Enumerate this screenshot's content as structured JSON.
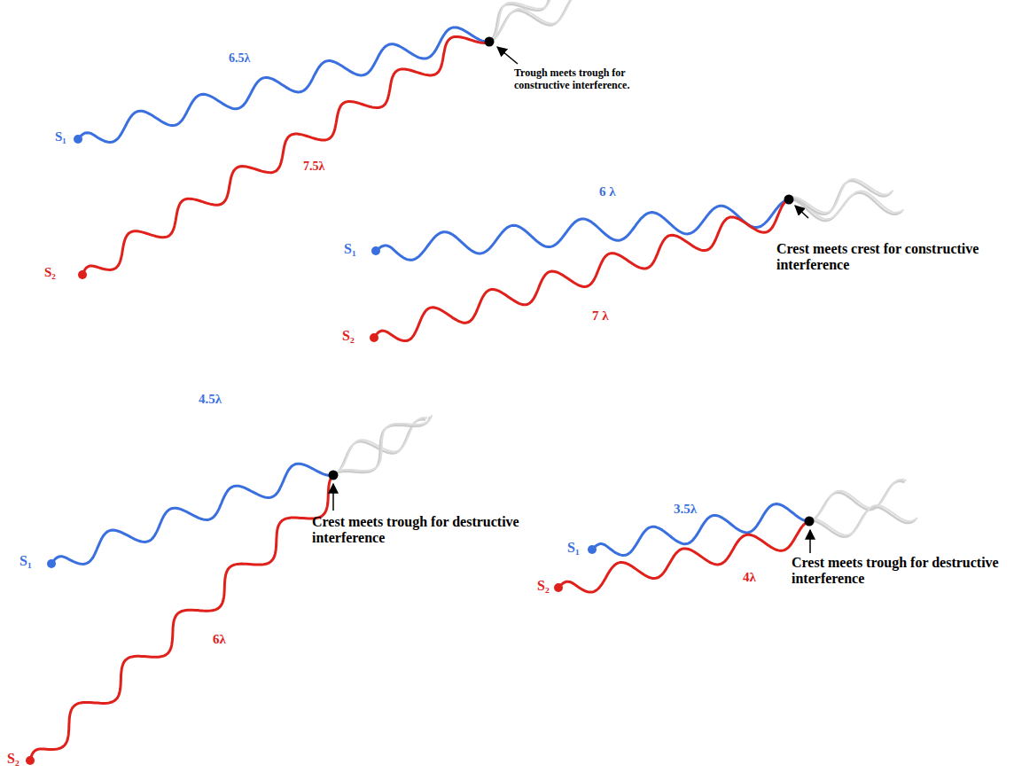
{
  "diagram": {
    "labels": [
      "6.5λ",
      "7.5λ",
      "S₁",
      "S₂",
      "Trough meets trough for constructive interference.",
      "6 λ",
      "7 λ",
      "S₁",
      "S₂",
      "Crest meets crest for constructive interference",
      "4.5λ",
      "6λ",
      "S₁",
      "S₂",
      "Crest meets trough for destructive interference",
      "3.5λ",
      "4λ",
      "S₁",
      "S₂",
      "Crest meets trough for destructive interference"
    ]
  }
}
